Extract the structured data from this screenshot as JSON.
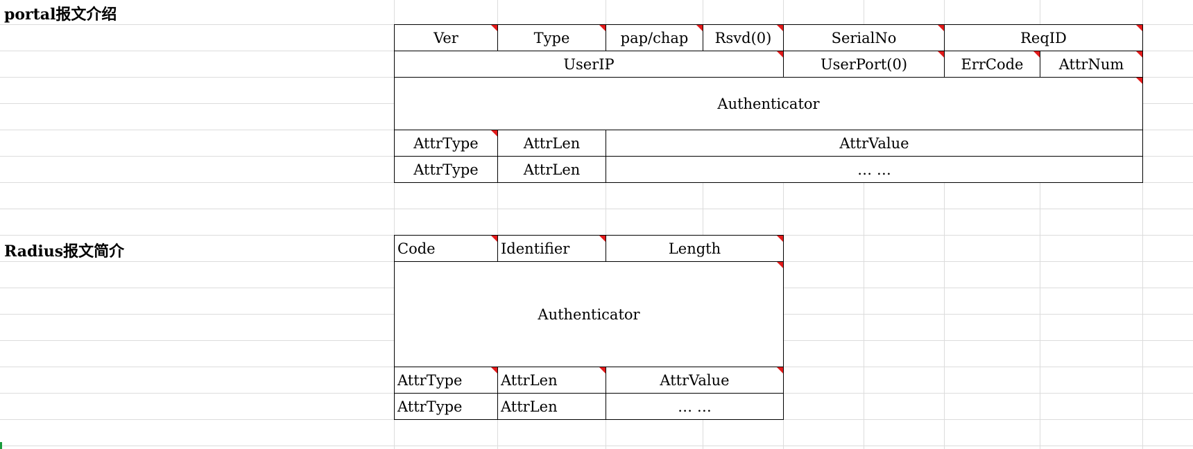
{
  "sections": {
    "portal": {
      "title": "portal报文介绍",
      "cells": {
        "ver": "Ver",
        "type": "Type",
        "pap_chap": "pap/chap",
        "rsvd": "Rsvd(0)",
        "serial_no": "SerialNo",
        "req_id": "ReqID",
        "user_ip": "UserIP",
        "user_port": "UserPort(0)",
        "err_code": "ErrCode",
        "attr_num": "AttrNum",
        "authenticator": "Authenticator",
        "attr_type_1": "AttrType",
        "attr_len_1": "AttrLen",
        "attr_value_1": "AttrValue",
        "attr_type_2": "AttrType",
        "attr_len_2": "AttrLen",
        "attr_value_2": "… …"
      }
    },
    "radius": {
      "title": "Radius报文简介",
      "cells": {
        "code": "Code",
        "identifier": "Identifier",
        "length": "Length",
        "authenticator": "Authenticator",
        "attr_type_1": "AttrType",
        "attr_len_1": "AttrLen",
        "attr_value_1": "AttrValue",
        "attr_type_2": "AttrType",
        "attr_len_2": "AttrLen",
        "attr_value_2": "… …"
      }
    }
  },
  "colors": {
    "gridline": "#dcdcdc",
    "border": "#000000",
    "comment_marker": "#e31b1b",
    "sheet_indicator": "#1a9a3c"
  }
}
